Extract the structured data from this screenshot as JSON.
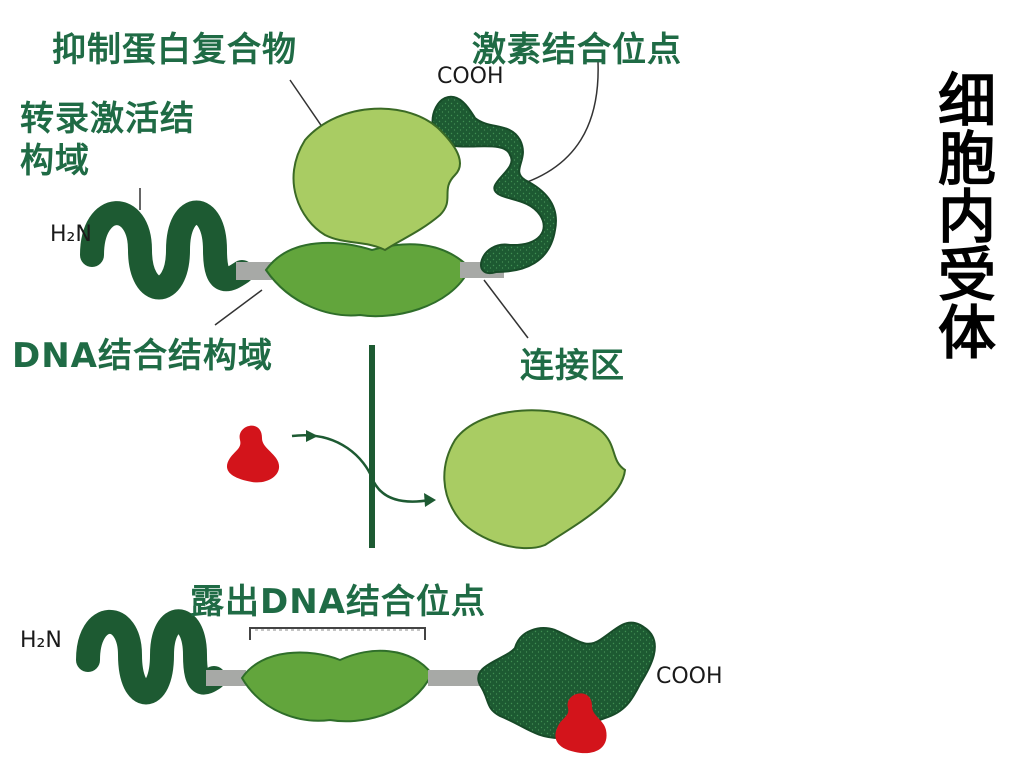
{
  "side_title": "细胞内受体",
  "labels": {
    "inhibitor_complex": "抑制蛋白复合物",
    "hormone_site": "激素结合位点",
    "transactivation_domain": "转录激活结构域",
    "dna_binding_domain": "DNA结合结构域",
    "linker_region": "连接区",
    "exposed_dna_site": "露出DNA结合位点",
    "cooh_top": "COOH",
    "h2n_top": "H₂N",
    "h2n_bottom": "H₂N",
    "cooh_bottom": "COOH"
  },
  "colors": {
    "label_green": "#1f6b45",
    "dark_green": "#1d5a32",
    "mid_green": "#62a53c",
    "light_green": "#a9cc63",
    "linker_gray": "#a7a9a6",
    "hormone_red": "#d3141b"
  }
}
